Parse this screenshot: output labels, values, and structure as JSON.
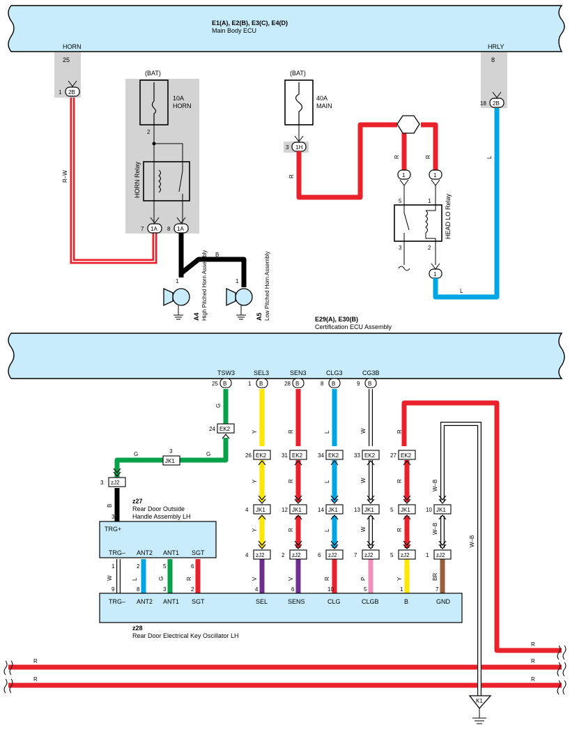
{
  "ecu_top": {
    "title": "E1(A), E2(B), E3(C), E4(D)",
    "subtitle": "Main Body ECU",
    "horn_label": "HORN",
    "hrly_label": "HRLY",
    "horn_pin": "25",
    "hrly_pin": "8"
  },
  "ecu_bottom": {
    "title": "E29(A), E30(B)",
    "subtitle": "Certification ECU Assembly"
  },
  "bat1": "(BAT)",
  "bat2": "(BAT)",
  "fuse_horn": {
    "rating": "10A",
    "name": "HORN",
    "pin": "2"
  },
  "fuse_main": {
    "rating": "40A",
    "name": "MAIN"
  },
  "horn_relay_label": "HORN Relay",
  "headlo_relay_label": "HEAD LO Relay",
  "relay_pins": {
    "p5": "5",
    "p1": "1",
    "p3": "3",
    "p2": "2",
    "p1b": "1"
  },
  "connectors": {
    "c2b_1": {
      "pin": "1",
      "label": "2B"
    },
    "c2b_18": {
      "pin": "18",
      "label": "2B"
    },
    "c1h": {
      "pin": "3",
      "label": "1H"
    },
    "c1a_7": {
      "pin": "7",
      "label": "1A"
    },
    "c1a_8": {
      "pin": "8",
      "label": "1A"
    },
    "j1a": "1",
    "j1b": "1",
    "j1c": "1"
  },
  "horn_high": {
    "code": "A4",
    "name": "High Pitched Horn Assembly",
    "pin": "1"
  },
  "horn_low": {
    "code": "A5",
    "name": "Low Pitched Horn Assembly",
    "pin": "1"
  },
  "wires": {
    "rw": "R–W",
    "b": "B",
    "r": "R",
    "l": "L",
    "g": "G",
    "y": "Y",
    "w": "W",
    "wb": "W–B",
    "v": "V",
    "p": "P",
    "br": "BR"
  },
  "cert_pins": [
    {
      "name": "TSW3",
      "pin": "25",
      "conn": "B"
    },
    {
      "name": "SEL3",
      "pin": "1",
      "conn": "B"
    },
    {
      "name": "SEN3",
      "pin": "28",
      "conn": "B"
    },
    {
      "name": "CLG3",
      "pin": "8",
      "conn": "B"
    },
    {
      "name": "CG3B",
      "pin": "9",
      "conn": "B"
    }
  ],
  "ek2": [
    {
      "pin": "24",
      "label": "EK2"
    },
    {
      "pin": "26",
      "label": "EK2"
    },
    {
      "pin": "31",
      "label": "EK2"
    },
    {
      "pin": "34",
      "label": "EK2"
    },
    {
      "pin": "33",
      "label": "EK2"
    },
    {
      "pin": "27",
      "label": "EK2"
    }
  ],
  "jk1": [
    {
      "pin": "3",
      "label": "JK1"
    },
    {
      "pin": "4",
      "label": "JK1"
    },
    {
      "pin": "12",
      "label": "JK1"
    },
    {
      "pin": "14",
      "label": "JK1"
    },
    {
      "pin": "13",
      "label": "JK1"
    },
    {
      "pin": "5",
      "label": "JK1"
    },
    {
      "pin": "10",
      "label": "JK1"
    }
  ],
  "zj2": [
    {
      "pin": "3",
      "label": "zJ2"
    },
    {
      "pin": "4",
      "label": "zJ2"
    },
    {
      "pin": "2",
      "label": "zJ2"
    },
    {
      "pin": "6",
      "label": "zJ2"
    },
    {
      "pin": "7",
      "label": "zJ2"
    },
    {
      "pin": "5",
      "label": "zJ2"
    },
    {
      "pin": "1",
      "label": "zJ2"
    }
  ],
  "z27": {
    "code": "z27",
    "name1": "Rear Door Outside",
    "name2": "Handle Assembly LH",
    "trg_plus": "TRG+",
    "pin_top": "3",
    "terms": [
      "TRG–",
      "ANT2",
      "ANT1",
      "SGT"
    ],
    "pins": [
      "1",
      "2",
      "5",
      "6"
    ]
  },
  "z28": {
    "code": "z28",
    "name": "Rear Door Electrical Key Oscillator LH",
    "terms": [
      "TRG–",
      "ANT2",
      "ANT1",
      "SGT",
      "SEL",
      "SENS",
      "CLG",
      "CLGB",
      "B",
      "GND"
    ],
    "pins": [
      "9",
      "8",
      "3",
      "2",
      "4",
      "6",
      "10",
      "5",
      "1",
      "7"
    ]
  },
  "ground": "K1",
  "colors": {
    "red": "#e8212b",
    "blue": "#00a6e4",
    "green": "#0aa14b",
    "yellow": "#fde600",
    "purple": "#6f2c91",
    "pink": "#ef8fbc",
    "brown": "#9b5d3a",
    "black": "#000000",
    "ecu": "#c8ecfb",
    "gray": "#d3d3d3"
  }
}
